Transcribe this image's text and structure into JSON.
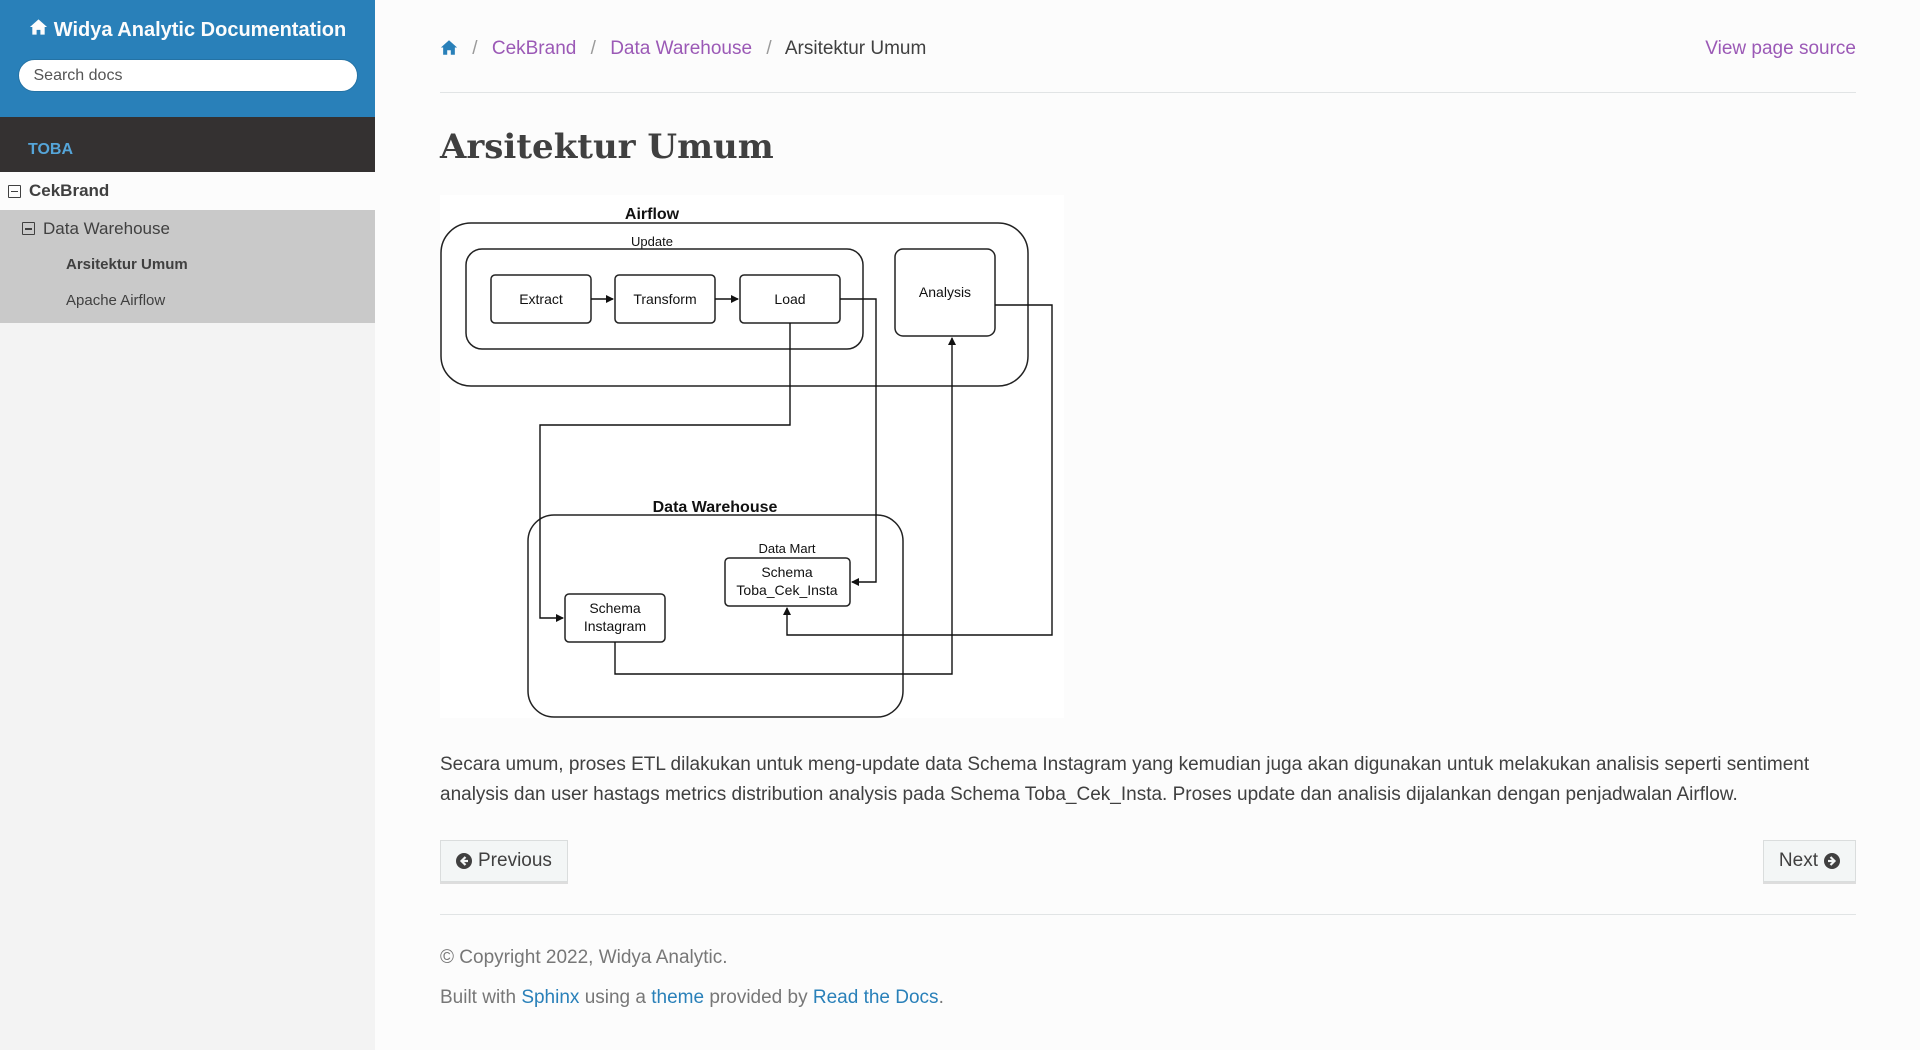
{
  "sidebar": {
    "project_title": "Widya Analytic Documentation",
    "search_placeholder": "Search docs",
    "caption": "TOBA",
    "item_l1": "CekBrand",
    "item_l2": "Data Warehouse",
    "item_l3_current": "Arsitektur Umum",
    "item_l3_other": "Apache Airflow"
  },
  "breadcrumb": {
    "crumb1": "CekBrand",
    "crumb2": "Data Warehouse",
    "current": "Arsitektur Umum",
    "separator": "/",
    "view_source": "View page source"
  },
  "page": {
    "title": "Arsitektur Umum",
    "paragraph": "Secara umum, proses ETL dilakukan untuk meng-update data Schema Instagram yang kemudian juga akan digunakan untuk melakukan analisis seperti sentiment analysis dan user hastags metrics distribution analysis pada Schema Toba_Cek_Insta. Proses update dan analisis dijalankan dengan penjadwalan Airflow."
  },
  "diagram": {
    "airflow": "Airflow",
    "update": "Update",
    "extract": "Extract",
    "transform": "Transform",
    "load": "Load",
    "analysis": "Analysis",
    "data_warehouse": "Data Warehouse",
    "data_mart": "Data Mart",
    "schema_toba_line1": "Schema",
    "schema_toba_line2": "Toba_Cek_Insta",
    "schema_ig_line1": "Schema",
    "schema_ig_line2": "Instagram"
  },
  "nav": {
    "previous": "Previous",
    "next": "Next"
  },
  "footer": {
    "copyright": "© Copyright 2022, Widya Analytic.",
    "built_with": "Built with",
    "sphinx": "Sphinx",
    "using_a": "using a",
    "theme": "theme",
    "provided_by": "provided by",
    "rtd": "Read the Docs",
    "period": "."
  },
  "colors": {
    "sidebar_header": "#2980b9",
    "caption_bg": "#343131",
    "caption_text": "#55a5d9",
    "link": "#2980b9",
    "visited_link": "#9b59b6"
  }
}
